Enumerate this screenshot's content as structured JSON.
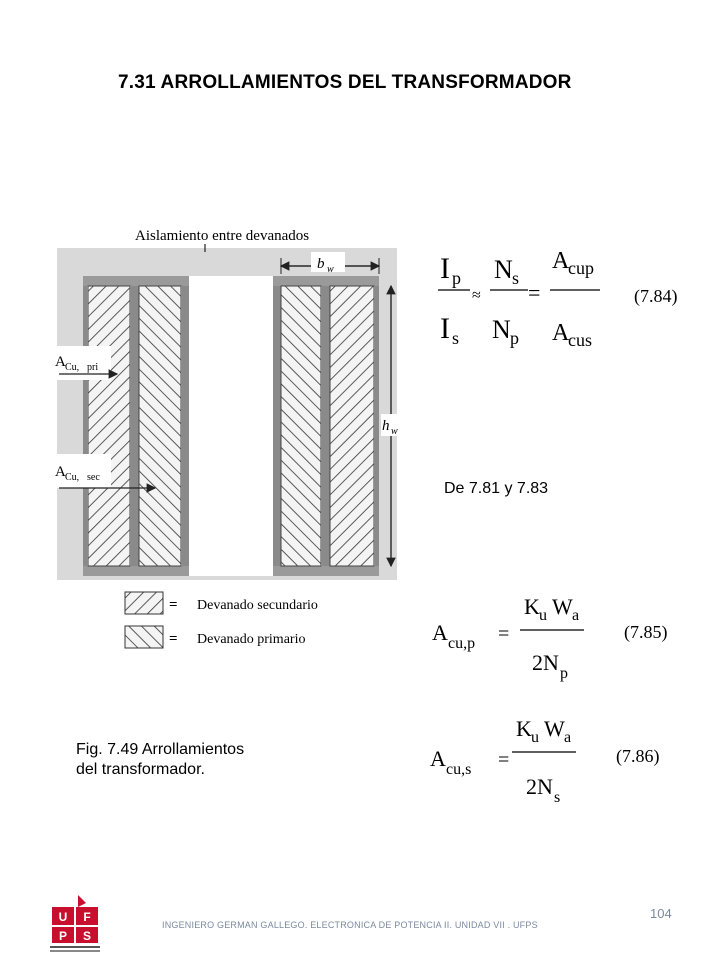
{
  "title": "7.31  ARROLLAMIENTOS DEL TRANSFORMADOR",
  "figure": {
    "label_top": "Aislamiento entre devanados",
    "label_bw": "b",
    "label_bw_sub": "w",
    "label_hw": "h",
    "label_hw_sub": "w",
    "label_acu_pri": "A",
    "label_acu_pri_sub": "Cu,",
    "label_acu_pri_sub2": "pri",
    "label_acu_sec": "A",
    "label_acu_sec_sub": "Cu,",
    "label_acu_sec_sub2": "sec",
    "legend": [
      {
        "symbol": "=",
        "label": "Devanado secundario"
      },
      {
        "symbol": "=",
        "label": "Devanado primario"
      }
    ]
  },
  "eq84": {
    "ip": "I",
    "ip_sub": "p",
    "is": "I",
    "is_sub": "s",
    "approx": "≈",
    "ns": "N",
    "ns_sub": "s",
    "np": "N",
    "np_sub": "p",
    "eq": "=",
    "acup": "A",
    "acup_sub": "cup",
    "acus": "A",
    "acus_sub": "cus",
    "number": "(7.84)"
  },
  "de_text": "De 7.81 y 7.83",
  "eq85": {
    "lhs": "A",
    "lhs_sub": "cu,p",
    "eq": "=",
    "ku": "K",
    "ku_sub": "u",
    "wa": "W",
    "wa_sub": "a",
    "den": "2N",
    "den_sub": "p",
    "number": "(7.85)"
  },
  "eq86": {
    "lhs": "A",
    "lhs_sub": "cu,s",
    "eq": "=",
    "ku": "K",
    "ku_sub": "u",
    "wa": "W",
    "wa_sub": "a",
    "den": "2N",
    "den_sub": "s",
    "number": "(7.86)"
  },
  "caption_line1": "Fig.  7.49 Arrollamientos",
  "caption_line2": "del transformador.",
  "footer": "INGENIERO GERMAN GALLEGO. ELECTRONICA DE POTENCIA  II. UNIDAD  VII . UFPS",
  "page_number": "104",
  "logo_text": "UFPS",
  "colors": {
    "logo_red": "#c8102e",
    "footer_gray": "#7a8aa0",
    "frame_gray": "#8a8a8a"
  }
}
